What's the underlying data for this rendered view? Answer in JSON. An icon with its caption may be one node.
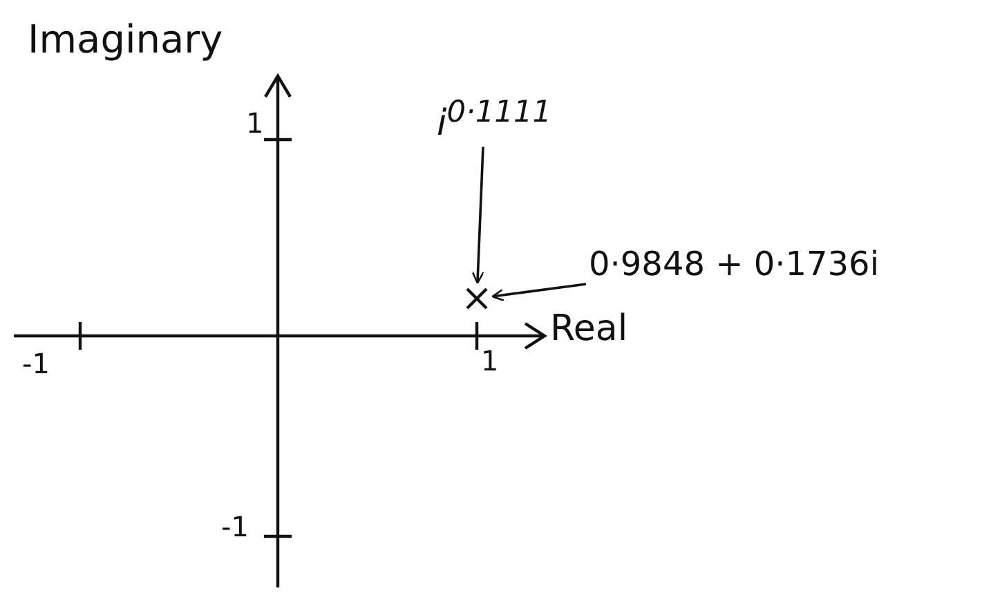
{
  "diagram": {
    "nodes": [
      {
        "text": [
          "i$^{0·1111}$"
        ]
      },
      {
        "text": [
          "0·9848 + 0·1736i"
        ]
      },
      {
        "text": [],
        "shape": "cross"
      }
    ],
    "edges": [
      {
        "from": 0,
        "to": 2,
        "arrow": "to"
      },
      {
        "from": 1,
        "to": 2,
        "arrow": "to"
      }
    ],
    "labels": [
      "Imaginary",
      "1",
      "-1",
      "1",
      "Real",
      "-1"
    ]
  }
}
